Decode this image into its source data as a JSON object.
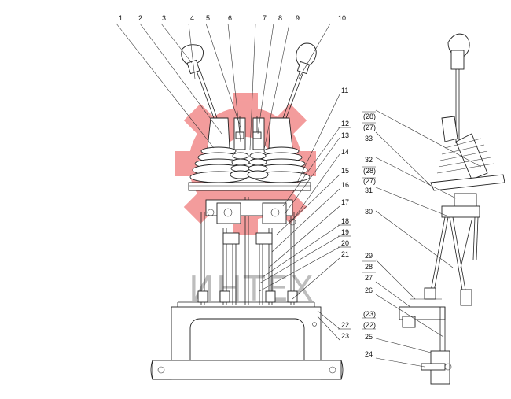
{
  "watermark": {
    "text": "ИНТЕХ",
    "gear_color": "#f28b8b",
    "text_color": "#bdbdbd"
  },
  "callouts_left": [
    "1",
    "2",
    "3",
    "4",
    "5",
    "6",
    "7",
    "8",
    "9",
    "10",
    "11",
    "12",
    "13",
    "14",
    "15",
    "16",
    "17",
    "18",
    "19",
    "20",
    "21",
    "22",
    "23"
  ],
  "callouts_right": [
    "(28)",
    "(27)",
    "33",
    "32",
    "(28)",
    "(27)",
    "31",
    "30",
    "29",
    "28",
    "27",
    "26",
    "(23)",
    "(22)",
    "25",
    "24"
  ],
  "colors": {
    "line": "#222222",
    "background": "#ffffff"
  }
}
